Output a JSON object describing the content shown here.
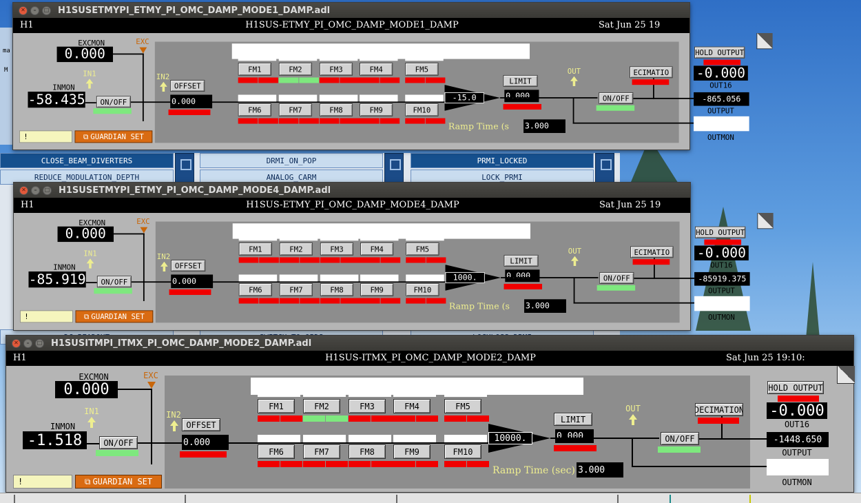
{
  "desktop": {
    "background_strip": {
      "col1": [
        "CLOSE_BEAM_DIVERTERS",
        "REDUCE_MODULATION_DEPTH"
      ],
      "col2": [
        "DRMI_ON_POP",
        "ANALOG_CARM"
      ],
      "col3": [
        "PRMI_LOCKED",
        "LOCK_PRMI"
      ],
      "lower": [
        "DC_READOUT",
        "SWITCH_TO_QPDS",
        "LOCKLOSS_DRMI"
      ]
    },
    "left_fragments": [
      "ma",
      "M"
    ]
  },
  "windows": [
    {
      "title": "H1SUSETMYPI_ETMY_PI_OMC_DAMP_MODE1_DAMP.adl",
      "ifo": "H1",
      "screen_title": "H1SUS-ETMY_PI_OMC_DAMP_MODE1_DAMP",
      "datetime": "Sat Jun 25 19",
      "excmon_label": "EXCMON",
      "excmon": "0.000",
      "exc_label": "EXC",
      "in1_label": "IN1",
      "in2_label": "IN2",
      "inmon_label": "INMON",
      "inmon": "-58.435",
      "onoff_label": "ON/OFF",
      "offset_label": "OFFSET",
      "offset": "0.000",
      "fm_row1": [
        "FM1",
        "FM2",
        "FM3",
        "FM4",
        "FM5"
      ],
      "fm_row2": [
        "FM6",
        "FM7",
        "FM8",
        "FM9",
        "FM10"
      ],
      "fm_active": [
        1
      ],
      "gain": "-15.0",
      "limit_label": "LIMIT",
      "limit": "0.000",
      "ramp_label": "Ramp Time (s",
      "ramp": "3.000",
      "out_label": "OUT",
      "out_onoff_label": "ON/OFF",
      "decimation_label": "ECIMATIO",
      "hold_label": "HOLD OUTPUT",
      "out16": "-0.000",
      "out16_label": "OUT16",
      "output": "-865.056",
      "output_label": "OUTPUT",
      "outmon_label": "OUTMON",
      "guardian_label": "!",
      "guardian_set_label": "GUARDIAN SET"
    },
    {
      "title": "H1SUSETMYPI_ETMY_PI_OMC_DAMP_MODE4_DAMP.adl",
      "ifo": "H1",
      "screen_title": "H1SUS-ETMY_PI_OMC_DAMP_MODE4_DAMP",
      "datetime": "Sat Jun 25 19",
      "excmon_label": "EXCMON",
      "excmon": "0.000",
      "exc_label": "EXC",
      "in1_label": "IN1",
      "in2_label": "IN2",
      "inmon_label": "INMON",
      "inmon": "-85.919",
      "onoff_label": "ON/OFF",
      "offset_label": "OFFSET",
      "offset": "0.000",
      "fm_row1": [
        "FM1",
        "FM2",
        "FM3",
        "FM4",
        "FM5"
      ],
      "fm_row2": [
        "FM6",
        "FM7",
        "FM8",
        "FM9",
        "FM10"
      ],
      "fm_active": [],
      "gain": "1000.",
      "limit_label": "LIMIT",
      "limit": "0.000",
      "ramp_label": "Ramp Time (s",
      "ramp": "3.000",
      "out_label": "OUT",
      "out_onoff_label": "ON/OFF",
      "decimation_label": "ECIMATIO",
      "hold_label": "HOLD OUTPUT",
      "out16": "-0.000",
      "out16_label": "OUT16",
      "output": "-85919.375",
      "output_label": "OUTPUT",
      "outmon_label": "OUTMON",
      "guardian_label": "!",
      "guardian_set_label": "GUARDIAN SET"
    },
    {
      "title": "H1SUSITMPI_ITMX_PI_OMC_DAMP_MODE2_DAMP.adl",
      "ifo": "H1",
      "screen_title": "H1SUS-ITMX_PI_OMC_DAMP_MODE2_DAMP",
      "datetime": "Sat Jun 25 19:10:",
      "excmon_label": "EXCMON",
      "excmon": "0.000",
      "exc_label": "EXC",
      "in1_label": "IN1",
      "in2_label": "IN2",
      "inmon_label": "INMON",
      "inmon": "-1.518",
      "onoff_label": "ON/OFF",
      "offset_label": "OFFSET",
      "offset": "0.000",
      "fm_row1": [
        "FM1",
        "FM2",
        "FM3",
        "FM4",
        "FM5"
      ],
      "fm_row2": [
        "FM6",
        "FM7",
        "FM8",
        "FM9",
        "FM10"
      ],
      "fm_active": [
        1
      ],
      "gain": "10000.",
      "limit_label": "LIMIT",
      "limit": "0.000",
      "ramp_label": "Ramp Time (sec)",
      "ramp": "3.000",
      "out_label": "OUT",
      "out_onoff_label": "ON/OFF",
      "decimation_label": "DECIMATION",
      "hold_label": "HOLD OUTPUT",
      "out16": "-0.000",
      "out16_label": "OUT16",
      "output": "-1448.650",
      "output_label": "OUTPUT",
      "outmon_label": "OUTMON",
      "guardian_label": "!",
      "guardian_set_label": "GUARDIAN SET"
    }
  ],
  "colors": {
    "alarm_red": "#f00000",
    "active_green": "#7ee87e",
    "exc_orange": "#c8660a",
    "guardian_orange": "#d96b12",
    "panel_gray": "#8d8d8d",
    "window_gray": "#b5b5b5"
  }
}
